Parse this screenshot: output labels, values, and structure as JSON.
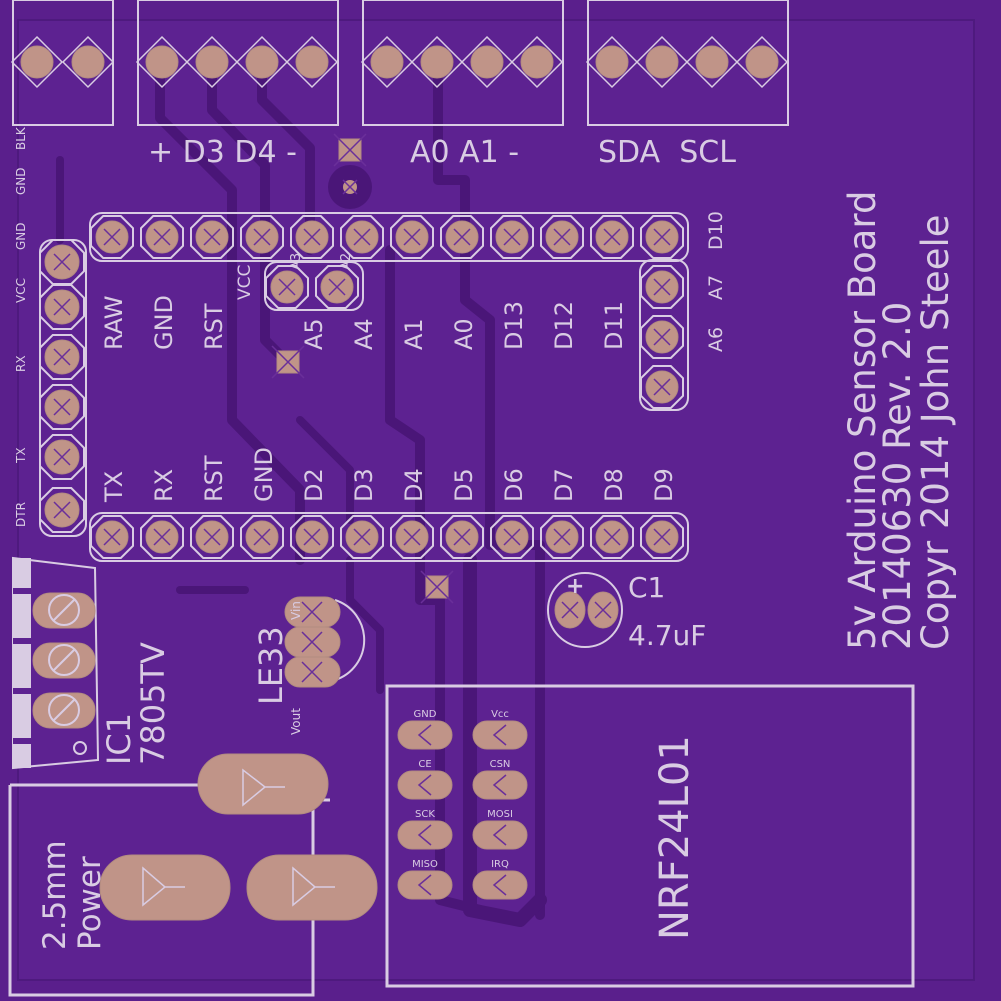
{
  "colors": {
    "board": "#5a1f8c",
    "board_inner": "#5d2291",
    "trace_outline": "#4a1678",
    "silkscreen": "#d9cce3",
    "copper_pad": "#c09488"
  },
  "connector_labels": {
    "left_side": [
      "BLK",
      "GND",
      "GND",
      "VCC",
      "RX",
      "TX",
      "DTR"
    ],
    "group1": "+ D3 D4 -",
    "group2": "A0 A1 -",
    "group3": "SDA  SCL"
  },
  "arduino": {
    "top_row": [
      "RAW",
      "GND",
      "RST",
      "VCC",
      "A5",
      "A4",
      "A1",
      "A0",
      "D13",
      "D12",
      "D11",
      "D10"
    ],
    "top_small": [
      "A3",
      "A2"
    ],
    "right_col": [
      "A7",
      "A6"
    ],
    "bottom_row": [
      "TX",
      "RX",
      "RST",
      "GND",
      "D2",
      "D3",
      "D4",
      "D5",
      "D6",
      "D7",
      "D8",
      "D9"
    ]
  },
  "title_block": {
    "line1": "5v Arduino Sensor Board",
    "line2": "20140630 Rev. 2.0",
    "line3": "Copyr 2014 John Steele"
  },
  "components": {
    "c1_name": "C1",
    "c1_value": "4.7uF",
    "c1_polarity": "+",
    "ic1_name": "IC1",
    "ic1_part": "7805TV",
    "reg_name": "LE33",
    "reg_vin": "Vin",
    "reg_vout": "Vout",
    "power_jack": [
      "2.5mm",
      "Power"
    ],
    "radio_name": "NRF24L01",
    "radio_pins": [
      [
        "GND",
        "Vcc"
      ],
      [
        "CE",
        "CSN"
      ],
      [
        "SCK",
        "MOSI"
      ],
      [
        "MISO",
        "IRQ"
      ]
    ]
  }
}
